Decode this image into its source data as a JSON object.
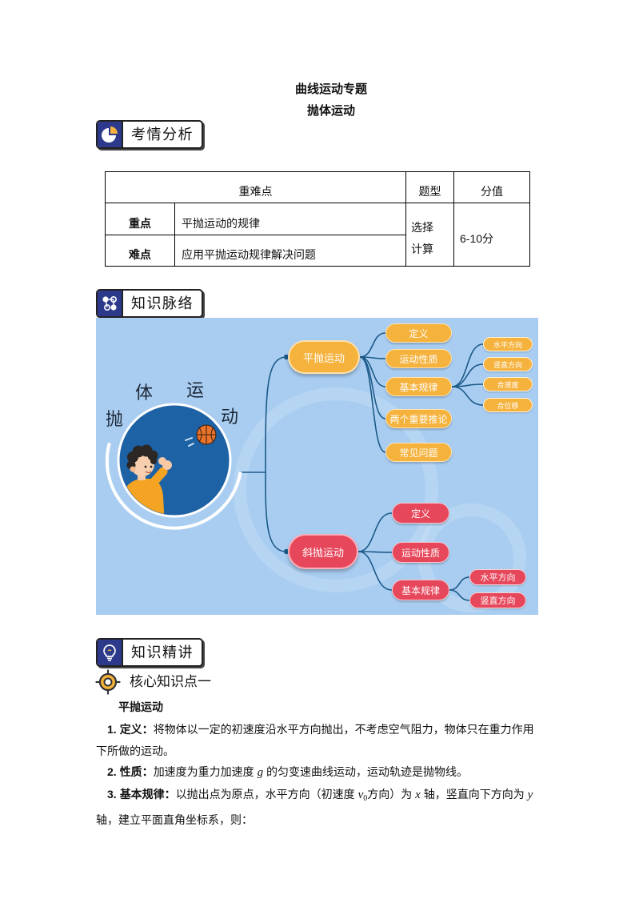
{
  "header": {
    "title": "曲线运动专题",
    "subtitle": "抛体运动"
  },
  "sections": {
    "exam_analysis": {
      "label": "考情分析",
      "icon": "pie-chart-icon"
    },
    "knowledge_map": {
      "label": "知识脉络",
      "icon": "network-icon"
    },
    "knowledge_lecture": {
      "label": "知识精讲",
      "icon": "lightbulb-icon"
    }
  },
  "exam_table": {
    "headers": {
      "key_points": "重难点",
      "question_type": "题型",
      "score": "分值"
    },
    "rows": [
      {
        "label": "重点",
        "content": "平抛运动的规律"
      },
      {
        "label": "难点",
        "content": "应用平抛运动规律解决问题"
      }
    ],
    "question_types": [
      "选择",
      "计算"
    ],
    "score": "6-10分"
  },
  "mindmap": {
    "title_chars": [
      "抛",
      "体",
      "运",
      "动"
    ],
    "branches": [
      {
        "label": "平抛运动",
        "children": [
          {
            "label": "定义"
          },
          {
            "label": "运动性质"
          },
          {
            "label": "基本规律",
            "children": [
              "水平方向",
              "竖直方向",
              "合速度",
              "合位移"
            ]
          },
          {
            "label": "两个重要推论"
          },
          {
            "label": "常见问题"
          }
        ]
      },
      {
        "label": "斜抛运动",
        "children": [
          {
            "label": "定义"
          },
          {
            "label": "运动性质"
          },
          {
            "label": "基本规律",
            "children": [
              "水平方向",
              "竖直方向"
            ]
          }
        ]
      }
    ]
  },
  "core_point": {
    "icon": "target-icon",
    "label": "核心知识点一"
  },
  "lesson": {
    "heading": "平抛运动",
    "items": [
      {
        "num": "1.",
        "label": "定义：",
        "text": "将物体以一定的初速度沿水平方向抛出，不考虑空气阻力，物体只在重力作用下所做的运动。"
      },
      {
        "num": "2.",
        "label": "性质：",
        "text_1": "加速度为重力加速度 ",
        "var_g": "g",
        "text_2": " 的匀变速曲线运动，运动轨迹是抛物线。"
      },
      {
        "num": "3.",
        "label": "基本规律：",
        "text_1": "以抛出点为原点，水平方向（初速度 ",
        "var_v": "v",
        "sub_0": "0",
        "text_2": "方向）为 ",
        "var_x": "x",
        "text_3": " 轴，竖直向下方向为 ",
        "var_y": "y",
        "text_4": " 轴，建立平面直角坐标系，则："
      }
    ]
  },
  "colors": {
    "navy_badge": "#2d3a8c",
    "mindmap_bg": "#a9cdf1",
    "orange_node": "#f5b23c",
    "red_node": "#e6475b",
    "connector": "#1c5a89"
  }
}
